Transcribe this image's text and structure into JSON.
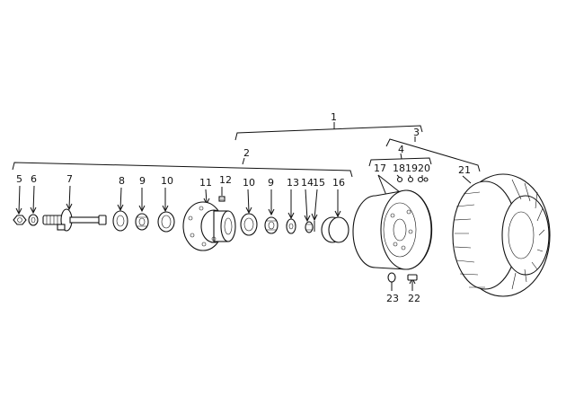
{
  "diagram": {
    "labels": {
      "p1": "1",
      "p2": "2",
      "p3": "3",
      "p4": "4",
      "p5": "5",
      "p6": "6",
      "p7": "7",
      "p8": "8",
      "p9a": "9",
      "p10a": "10",
      "p11": "11",
      "p12": "12",
      "p10b": "10",
      "p9b": "9",
      "p13": "13",
      "p14": "14",
      "p15": "15",
      "p16": "16",
      "p17": "17",
      "p18": "18",
      "p19": "19",
      "p20": "20",
      "p21": "21",
      "p22": "22",
      "p23": "23"
    }
  }
}
